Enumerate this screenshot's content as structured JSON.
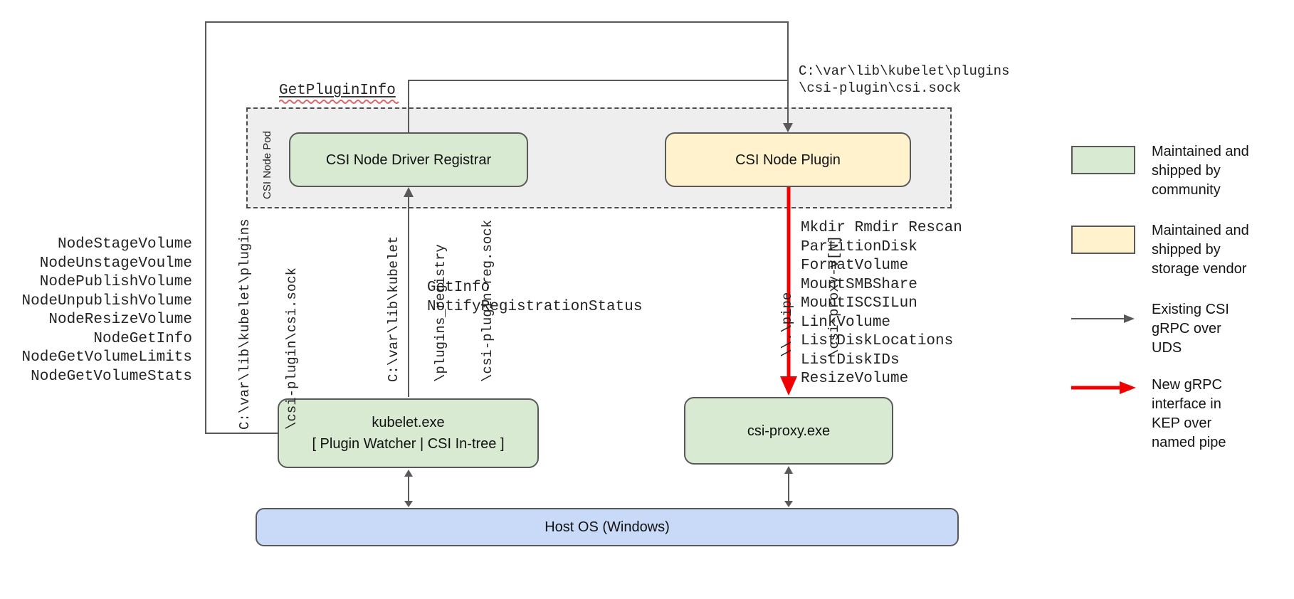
{
  "diagram": {
    "pod": {
      "label": "CSI Node Pod"
    },
    "nodes": {
      "registrar": "CSI Node Driver Registrar",
      "plugin": "CSI Node Plugin",
      "kubelet_line1": "kubelet.exe",
      "kubelet_line2": "[ Plugin Watcher | CSI In-tree ]",
      "csi_proxy": "csi-proxy.exe",
      "host_os": "Host OS (Windows)"
    },
    "labels": {
      "get_plugin_info": "GetPluginInfo",
      "csi_sock_top": [
        "C:\\var\\lib\\kubelet\\plugins",
        "\\csi-plugin\\csi.sock"
      ],
      "csi_sock_vertical": [
        "C:\\var\\lib\\kubelet\\plugins",
        "\\csi-plugin\\csi.sock"
      ],
      "registration_sock_vertical": [
        "C:\\var\\lib\\kubelet",
        "\\plugins_registry",
        "\\csi-plugin-reg.sock"
      ],
      "registration_calls": [
        "GetInfo",
        "NotifyRegistrationStatus"
      ],
      "named_pipe_vertical": [
        "\\\\.\\pipe",
        "\\csi-proxy-v[N]"
      ]
    },
    "left_methods": [
      "NodeStageVolume",
      "NodeUnstageVoulme",
      "NodePublishVolume",
      "NodeUnpublishVolume",
      "NodeResizeVolume",
      "NodeGetInfo",
      "NodeGetVolumeLimits",
      "NodeGetVolumeStats"
    ],
    "right_methods": [
      "Mkdir Rmdir Rescan",
      "PartitionDisk",
      "FormatVolume",
      "MountSMBShare",
      "MountISCSILun",
      "LinkVolume",
      "ListDiskLocations",
      "ListDiskIDs",
      "ResizeVolume"
    ]
  },
  "legend": {
    "community_lines": [
      "Maintained and",
      "shipped by",
      "community"
    ],
    "vendor_lines": [
      "Maintained and",
      "shipped by",
      "storage vendor"
    ],
    "uds_lines": [
      "Existing CSI",
      "gRPC over",
      "UDS"
    ],
    "pipe_lines": [
      "New gRPC",
      "interface in",
      "KEP over",
      "named pipe"
    ]
  },
  "colors": {
    "community_green": "#d9ead3",
    "vendor_yellow": "#fff2cc",
    "host_blue": "#c9daf8",
    "pod_gray": "#eeeeee",
    "line_gray": "#595959",
    "new_interface_red": "#f00000"
  }
}
